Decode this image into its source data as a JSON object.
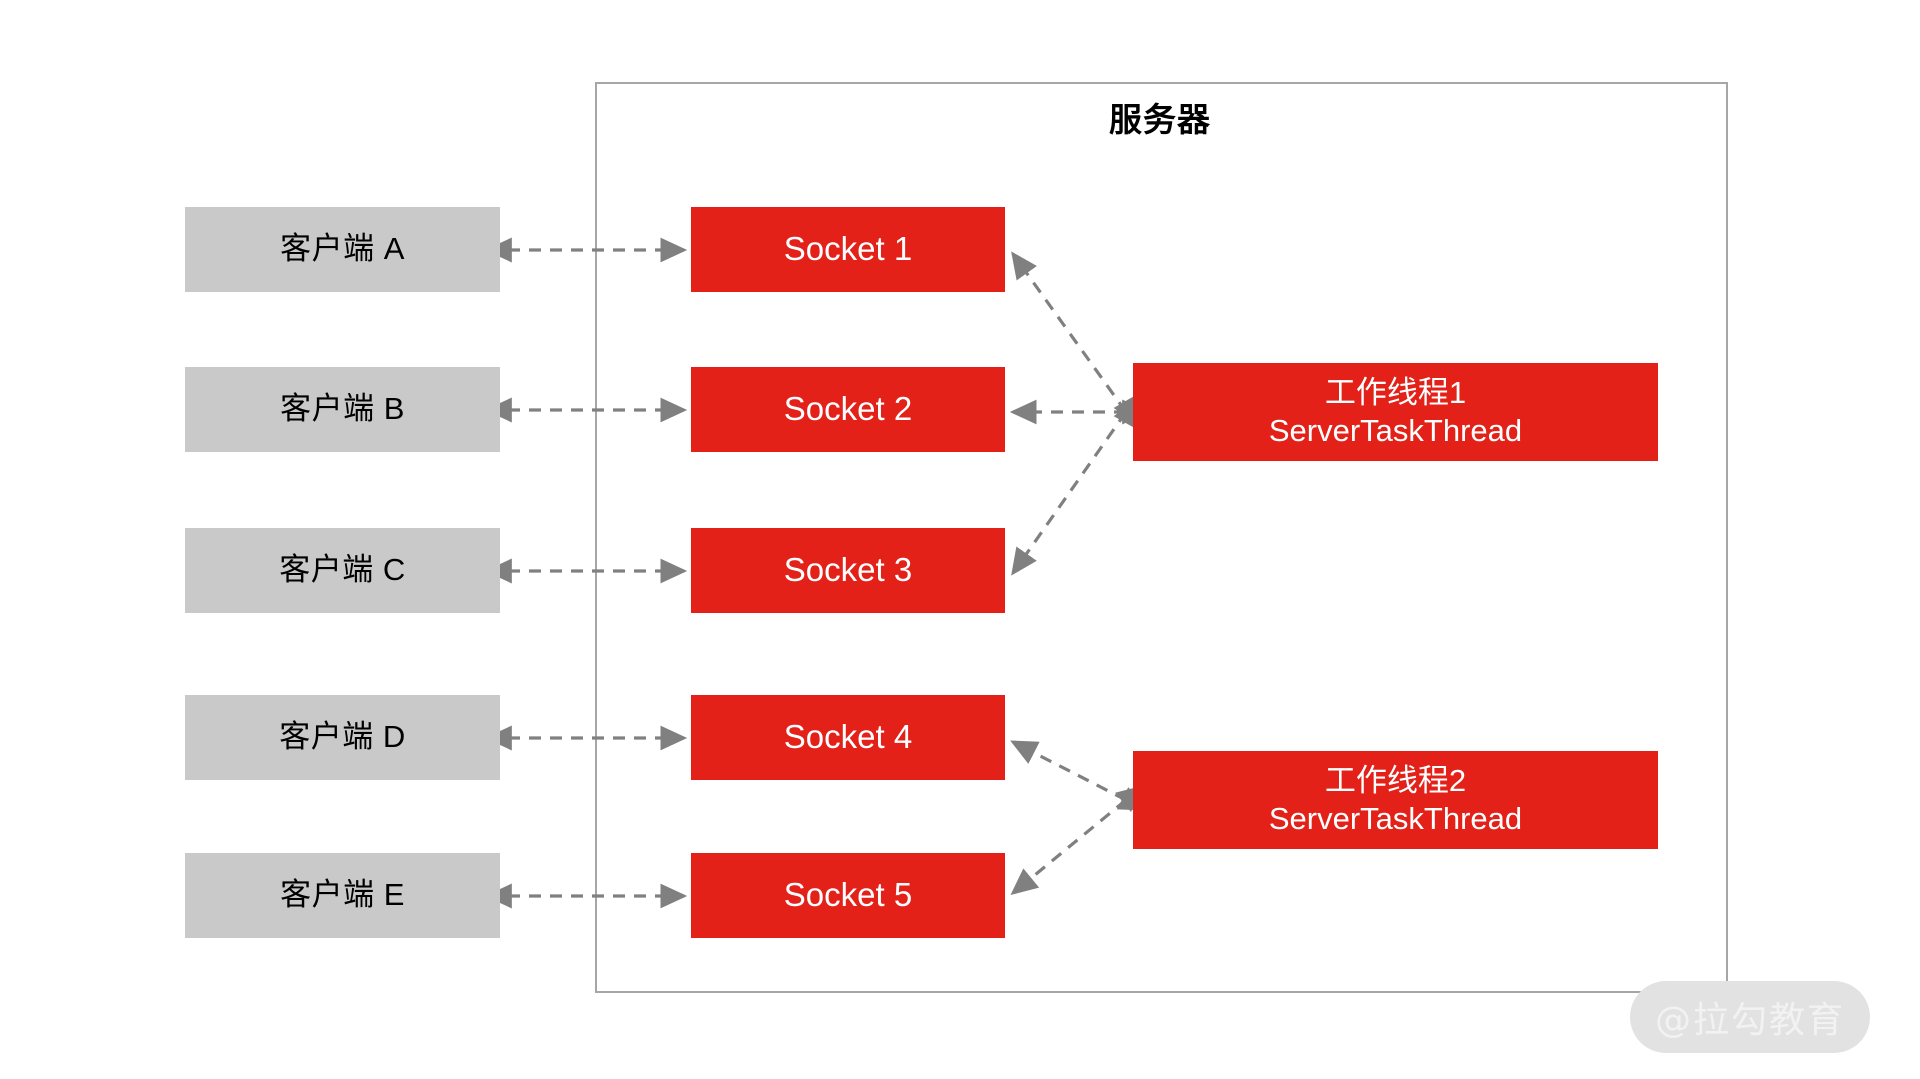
{
  "diagram": {
    "title": "服务器",
    "server_frame_label": "服务器",
    "watermark": "@拉勾教育",
    "colors": {
      "client_fill": "#c9c9c9",
      "socket_fill": "#e32119",
      "worker_fill": "#e32119",
      "frame_border": "#a6a6a6",
      "arrow": "#808080",
      "client_text": "#000000",
      "box_text": "#ffffff",
      "watermark_bg": "#e2e2e2",
      "watermark_text": "#f2f2f2"
    },
    "clients": [
      {
        "label": "客户端 A"
      },
      {
        "label": "客户端 B"
      },
      {
        "label": "客户端 C"
      },
      {
        "label": "客户端 D"
      },
      {
        "label": "客户端 E"
      }
    ],
    "sockets": [
      {
        "label": "Socket 1"
      },
      {
        "label": "Socket 2"
      },
      {
        "label": "Socket 3"
      },
      {
        "label": "Socket 4"
      },
      {
        "label": "Socket 5"
      }
    ],
    "workers": [
      {
        "line1": "工作线程1",
        "line2": "ServerTaskThread"
      },
      {
        "line2": "ServerTaskThread",
        "line1": "工作线程2"
      }
    ],
    "connections": [
      {
        "from": "客户端 A",
        "to": "Socket 1",
        "style": "dashed",
        "arrows": "both"
      },
      {
        "from": "客户端 B",
        "to": "Socket 2",
        "style": "dashed",
        "arrows": "both"
      },
      {
        "from": "客户端 C",
        "to": "Socket 3",
        "style": "dashed",
        "arrows": "both"
      },
      {
        "from": "客户端 D",
        "to": "Socket 4",
        "style": "dashed",
        "arrows": "both"
      },
      {
        "from": "客户端 E",
        "to": "Socket 5",
        "style": "dashed",
        "arrows": "both"
      },
      {
        "from": "工作线程1",
        "to": "Socket 1",
        "style": "dashed",
        "arrows": "both"
      },
      {
        "from": "工作线程1",
        "to": "Socket 2",
        "style": "dashed",
        "arrows": "both"
      },
      {
        "from": "工作线程1",
        "to": "Socket 3",
        "style": "dashed",
        "arrows": "both"
      },
      {
        "from": "工作线程2",
        "to": "Socket 4",
        "style": "dashed",
        "arrows": "both"
      },
      {
        "from": "工作线程2",
        "to": "Socket 5",
        "style": "dashed",
        "arrows": "both"
      }
    ]
  }
}
